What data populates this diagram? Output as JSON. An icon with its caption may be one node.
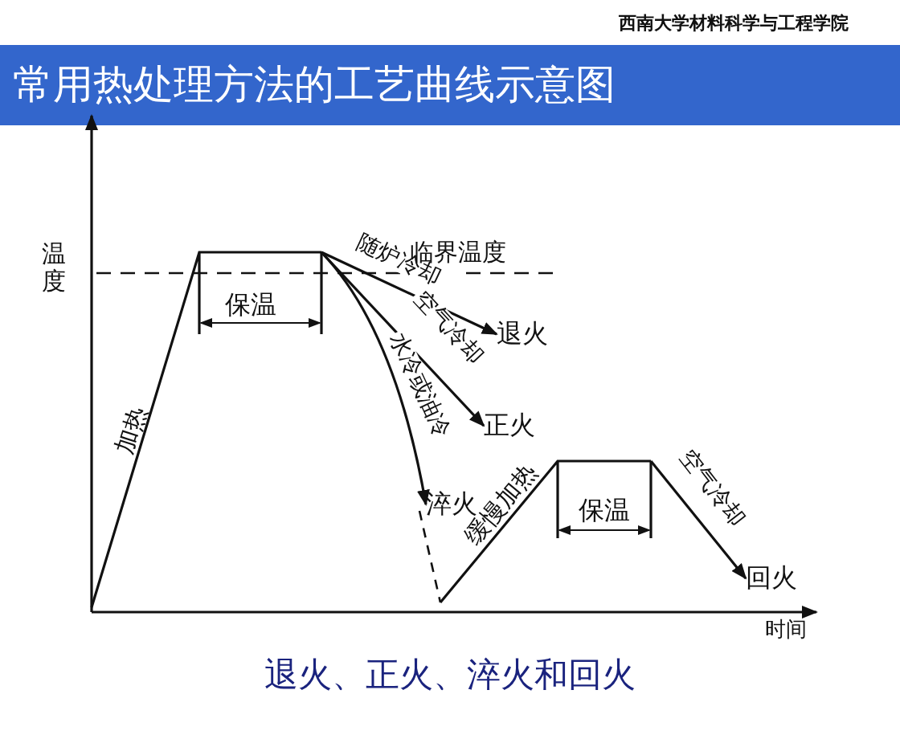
{
  "diagram": {
    "title": "常用热处理方法的工艺曲线示意图",
    "caption": "退火、正火、淬火和回火",
    "nodes": [
      {
        "text": [
          "退火"
        ]
      },
      {
        "text": [
          "正火"
        ]
      },
      {
        "text": [
          "淬火"
        ]
      },
      {
        "text": [
          "回火"
        ]
      }
    ],
    "edges": [
      {
        "from": null,
        "to": 0,
        "arrow": "to",
        "label": "随炉冷却"
      },
      {
        "from": null,
        "to": 1,
        "arrow": "to",
        "label": "空气冷却"
      },
      {
        "from": null,
        "to": 2,
        "arrow": "to",
        "label": "水冷或油冷"
      },
      {
        "from": null,
        "to": 3,
        "arrow": "to",
        "label": "空气冷却"
      }
    ],
    "labels": [
      "西南大学材料科学与工程学院",
      "温度",
      "临界温度",
      "加热",
      "保温",
      "缓慢加热",
      "保温",
      "时间"
    ]
  }
}
